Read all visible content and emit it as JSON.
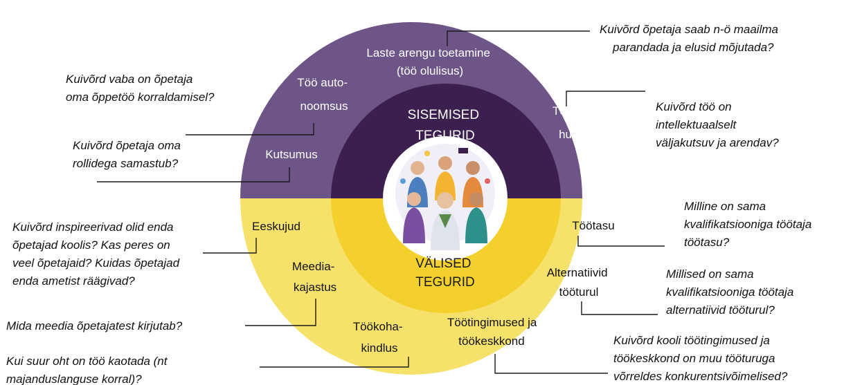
{
  "colors": {
    "outer_top": "#6d5587",
    "inner_top": "#3b1f4f",
    "outer_bottom": "#f6e26b",
    "inner_bottom": "#f4d02c",
    "center": "#ffffff"
  },
  "center_image": "teachers-illustration",
  "inner": {
    "top": [
      "SISEMISED",
      "TEGURID"
    ],
    "bottom": [
      "VÄLISED",
      "TEGURID"
    ]
  },
  "segments": {
    "laste_arengu": [
      "Laste arengu toetamine",
      "(töö olulisus)"
    ],
    "autonoomsus": [
      "Töö auto-",
      "noomsus"
    ],
    "kutsumus": [
      "Kutsumus"
    ],
    "huvitavus": [
      "Töö",
      "huvitavus"
    ],
    "eeskujud": [
      "Eeskujud"
    ],
    "meedia": [
      "Meedia-",
      "kajastus"
    ],
    "tookindlus": [
      "Töökoha-",
      "kindlus"
    ],
    "tootingimused": [
      "Töötingimused ja",
      "töökeskkond"
    ],
    "alternatiivid": [
      "Alternatiivid",
      "tööturul"
    ],
    "tootasu": [
      "Töötasu"
    ]
  },
  "questions": {
    "maailm": [
      "Kuivõrd õpetaja saab n-ö maailma",
      "parandada ja elusid mõjutada?"
    ],
    "vaba": [
      "Kuivõrd vaba on õpetaja",
      "oma õppetöö korraldamisel?"
    ],
    "intellekt": [
      "Kuivõrd töö on",
      "intellektuaalselt",
      "väljakutsuv ja arendav?"
    ],
    "rollid": [
      "Kuivõrd õpetaja oma",
      "rollidega samastub?"
    ],
    "tootasu": [
      "Milline on sama",
      "kvalifikatsiooniga töötaja",
      "töötasu?"
    ],
    "eeskujud": [
      "Kuivõrd inspireerivad olid enda",
      "õpetajad koolis? Kas peres on",
      "veel õpetajaid? Kuidas õpetajad",
      "enda ametist räägivad?"
    ],
    "alternatiivid": [
      "Millised on sama",
      "kvalifikatsiooniga töötaja",
      "alternatiivid tööturul?"
    ],
    "meedia": [
      "Mida meedia õpetajatest kirjutab?"
    ],
    "kaotada": [
      "Kui suur oht on töö kaotada (nt",
      "majanduslanguse korral)?"
    ],
    "tingimused": [
      "Kuivõrd kooli töötingimused ja",
      "töökeskkond on muu tööturuga",
      "võrreldes konkurentsivõimelised?"
    ]
  }
}
